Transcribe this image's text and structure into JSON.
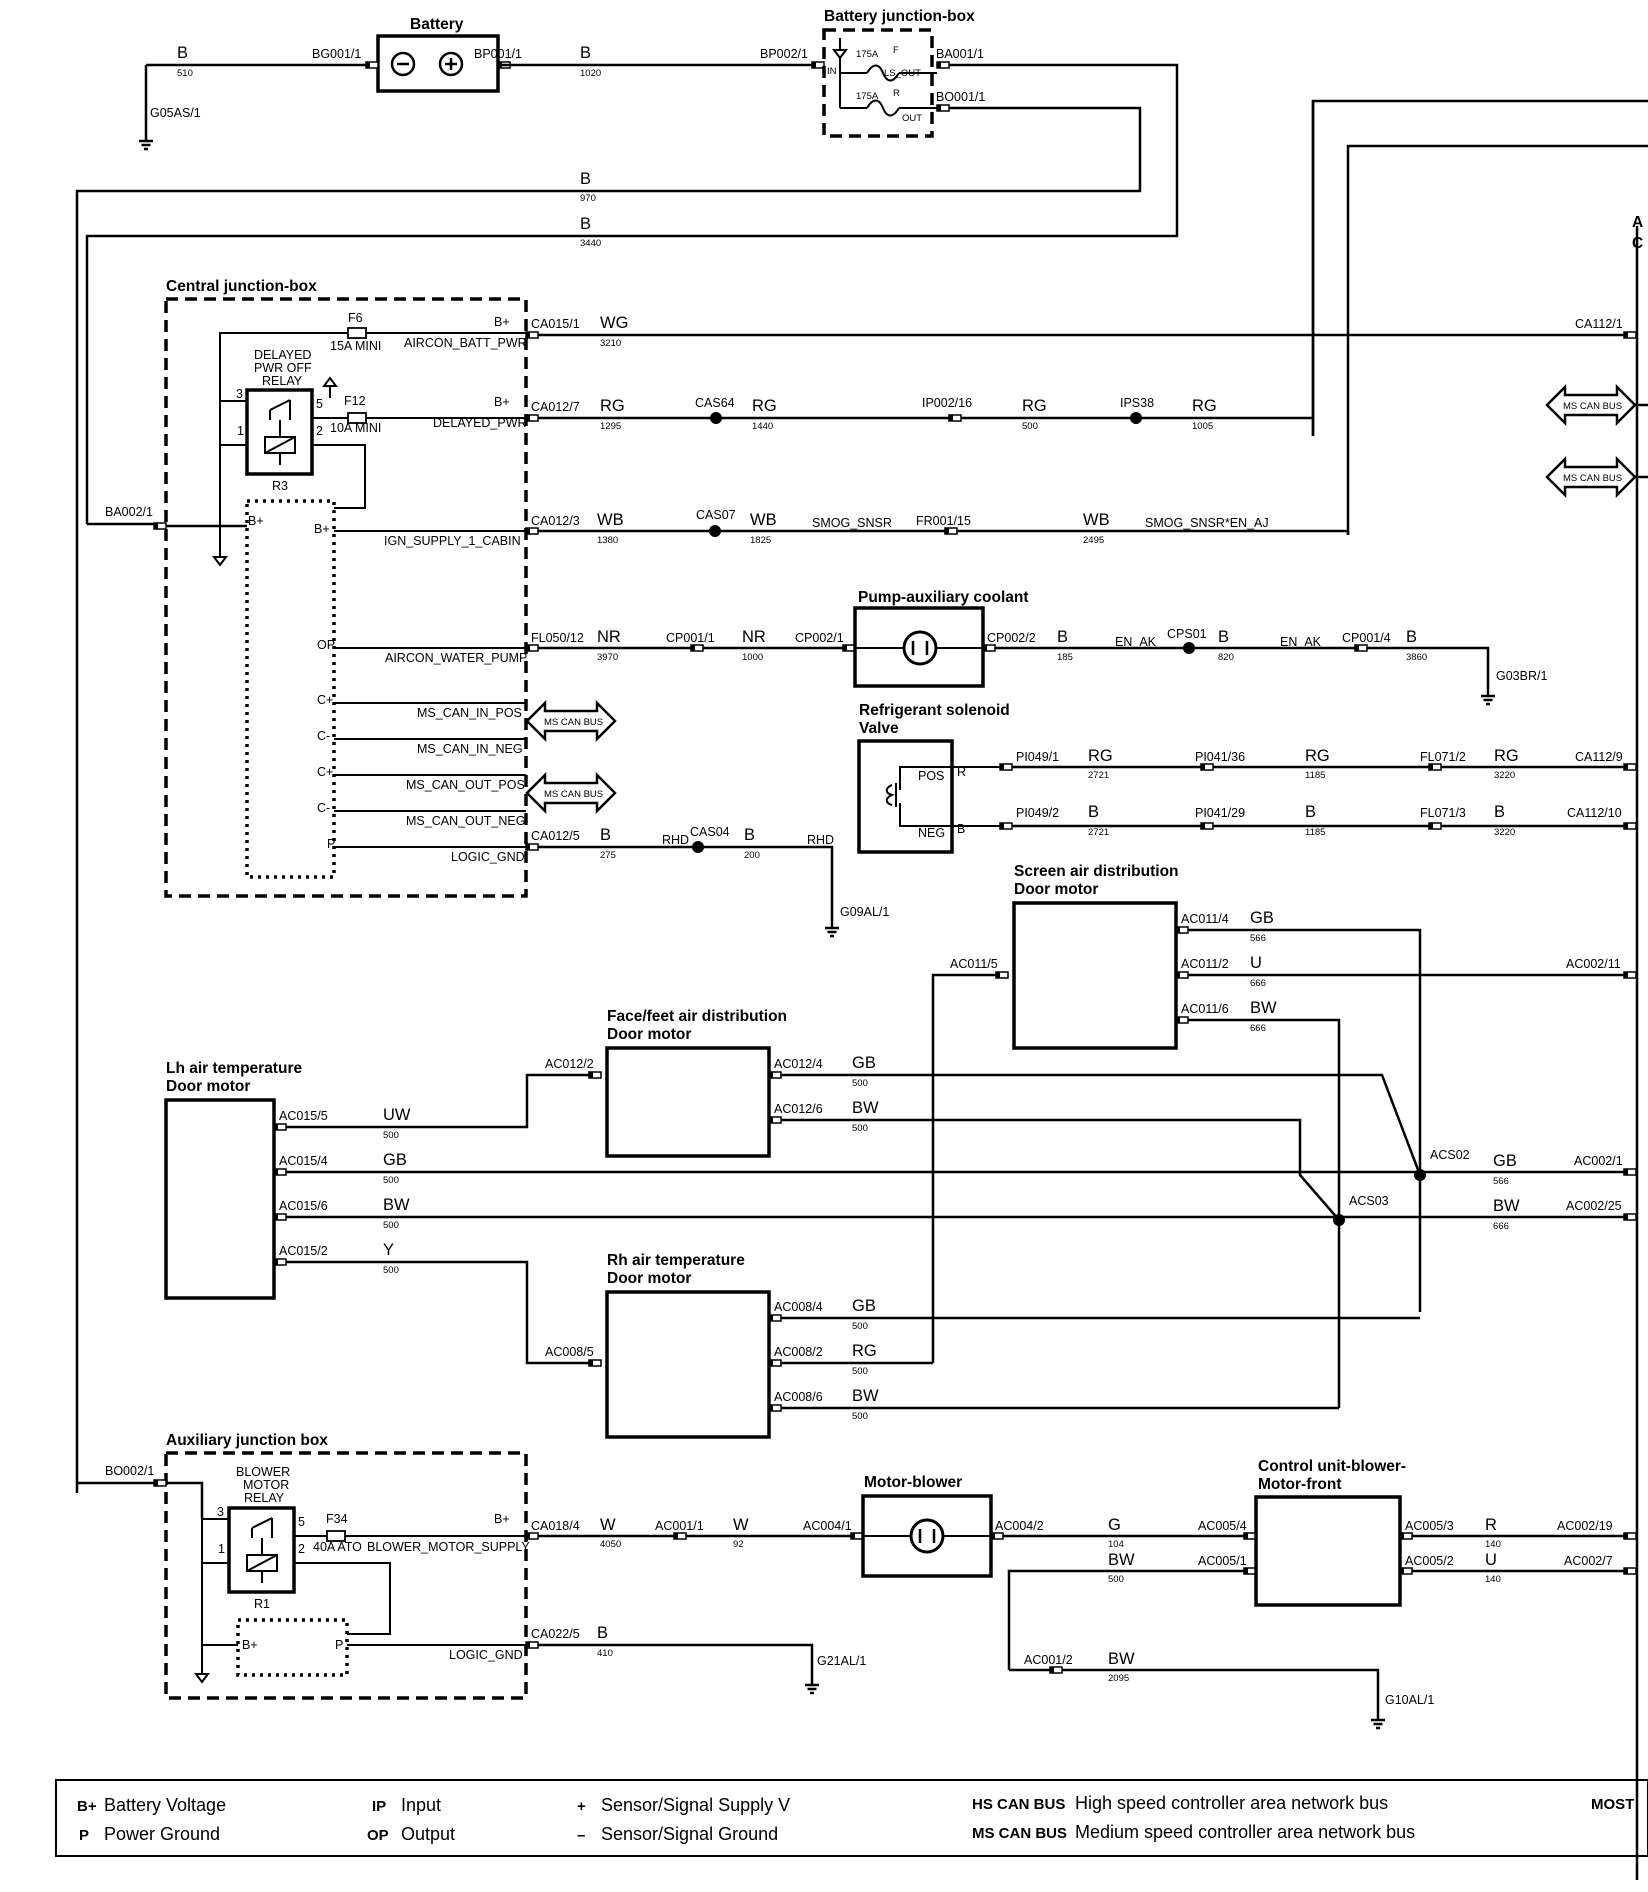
{
  "components": {
    "battery": "Battery",
    "battery_jbox": "Battery junction-box",
    "central_jbox": "Central junction-box",
    "delayed_relay": [
      "DELAYED",
      "PWR OFF",
      "RELAY"
    ],
    "relay_r3": "R3",
    "aux_jbox": "Auxiliary junction box",
    "blower_relay": [
      "BLOWER",
      "MOTOR",
      "RELAY"
    ],
    "relay_r1": "R1",
    "pump": "Pump-auxiliary coolant",
    "refrig": [
      "Refrigerant solenoid",
      "Valve"
    ],
    "screen_motor": [
      "Screen air distribution",
      "Door motor"
    ],
    "face_motor": [
      "Face/feet air distribution",
      "Door motor"
    ],
    "lh_motor": [
      "Lh air temperature",
      "Door motor"
    ],
    "rh_motor": [
      "Rh air temperature",
      "Door motor"
    ],
    "blower": "Motor-blower",
    "blower_ctrl": [
      "Control unit-blower-",
      "Motor-front"
    ],
    "cut_label": [
      "A",
      "C"
    ]
  },
  "fuses": {
    "f_ls": "175A",
    "f_ls_letter": "F",
    "ls_out": "LS_OUT",
    "f_out": "175A",
    "f_out_letter": "R",
    "out": "OUT",
    "in": "IN",
    "f6": "F6",
    "f6_rating": "15A MINI",
    "f12": "F12",
    "f12_rating": "10A MINI",
    "f34": "F34",
    "f34_rating": "40A ATO"
  },
  "pins": {
    "p3": "3",
    "p5": "5",
    "p1": "1",
    "p2": "2",
    "bplus": "B+",
    "op": "OP",
    "cplus": "C+",
    "cminus": "C-",
    "p": "P",
    "pos": "POS",
    "neg": "NEG",
    "r": "R",
    "b": "B"
  },
  "bus_tag": "MS CAN BUS",
  "circuits": {
    "aircon_batt": "AIRCON_BATT_PWR",
    "delayed_pwr": "DELAYED_PWR",
    "ign_supply": "IGN_SUPPLY_1_CABIN",
    "aircon_water": "AIRCON_WATER_PUMP",
    "ms_in_pos": "MS_CAN_IN_POS",
    "ms_in_neg": "MS_CAN_IN_NEG",
    "ms_out_pos": "MS_CAN_OUT_POS",
    "ms_out_neg": "MS_CAN_OUT_NEG",
    "logic_gnd": "LOGIC_GND",
    "blower_supply": "BLOWER_MOTOR_SUPPLY",
    "smog": "SMOG_SNSR",
    "smog_en": "SMOG_SNSR*EN_AJ",
    "en_ak": "EN_AK",
    "rhd": "RHD"
  },
  "connectors": {
    "bg001": "BG001/1",
    "bp001": "BP001/1",
    "bp002": "BP002/1",
    "ba001": "BA001/1",
    "bo001": "BO001/1",
    "g05as": "G05AS/1",
    "ca015": "CA015/1",
    "ca112_1": "CA112/1",
    "ca012_7": "CA012/7",
    "cas64": "CAS64",
    "ip002": "IP002/16",
    "ips38": "IPS38",
    "ba002": "BA002/1",
    "ca012_3": "CA012/3",
    "cas07": "CAS07",
    "fr001": "FR001/15",
    "fl050": "FL050/12",
    "cp001_1": "CP001/1",
    "cp002_1": "CP002/1",
    "cp002_2": "CP002/2",
    "cps01": "CPS01",
    "cp001_4": "CP001/4",
    "g03br": "G03BR/1",
    "pi049_1": "PI049/1",
    "pi041_36": "PI041/36",
    "fl071_2": "FL071/2",
    "ca112_9": "CA112/9",
    "pi049_2": "PI049/2",
    "pi041_29": "PI041/29",
    "fl071_3": "FL071/3",
    "ca112_10": "CA112/10",
    "ca012_5": "CA012/5",
    "cas04": "CAS04",
    "g09al": "G09AL/1",
    "ac011_4": "AC011/4",
    "ac011_2": "AC011/2",
    "ac011_6": "AC011/6",
    "ac011_5": "AC011/5",
    "ac002_11": "AC002/11",
    "ac012_2": "AC012/2",
    "ac012_4": "AC012/4",
    "ac012_6": "AC012/6",
    "ac015_5": "AC015/5",
    "ac015_4": "AC015/4",
    "ac015_6": "AC015/6",
    "ac015_2": "AC015/2",
    "acs02": "ACS02",
    "acs03": "ACS03",
    "ac002_1": "AC002/1",
    "ac002_25": "AC002/25",
    "ac008_4": "AC008/4",
    "ac008_2": "AC008/2",
    "ac008_6": "AC008/6",
    "ac008_5": "AC008/5",
    "bo002": "BO002/1",
    "ca018": "CA018/4",
    "ac001_1": "AC001/1",
    "ac004_1": "AC004/1",
    "ac004_2": "AC004/2",
    "ac005_4": "AC005/4",
    "ac005_1": "AC005/1",
    "ac005_3": "AC005/3",
    "ac005_2": "AC005/2",
    "ac002_19": "AC002/19",
    "ac002_7": "AC002/7",
    "ca022": "CA022/5",
    "g21al": "G21AL/1",
    "ac001_2": "AC001/2",
    "g10al": "G10AL/1"
  },
  "wires": {
    "w510": {
      "color": "B",
      "num": "510"
    },
    "w1020": {
      "color": "B",
      "num": "1020"
    },
    "w970": {
      "color": "B",
      "num": "970"
    },
    "w3440": {
      "color": "B",
      "num": "3440"
    },
    "w3210": {
      "color": "WG",
      "num": "3210"
    },
    "w1295": {
      "color": "RG",
      "num": "1295"
    },
    "w1440": {
      "color": "RG",
      "num": "1440"
    },
    "w500a": {
      "color": "RG",
      "num": "500"
    },
    "w1005": {
      "color": "RG",
      "num": "1005"
    },
    "w1380": {
      "color": "WB",
      "num": "1380"
    },
    "w1825": {
      "color": "WB",
      "num": "1825"
    },
    "w2495": {
      "color": "WB",
      "num": "2495"
    },
    "w3970": {
      "color": "NR",
      "num": "3970"
    },
    "w1000": {
      "color": "NR",
      "num": "1000"
    },
    "w185": {
      "color": "B",
      "num": "185"
    },
    "w820": {
      "color": "B",
      "num": "820"
    },
    "w3860": {
      "color": "B",
      "num": "3860"
    },
    "w2721a": {
      "color": "RG",
      "num": "2721"
    },
    "w1185a": {
      "color": "RG",
      "num": "1185"
    },
    "w3220a": {
      "color": "RG",
      "num": "3220"
    },
    "w2721b": {
      "color": "B",
      "num": "2721"
    },
    "w1185b": {
      "color": "B",
      "num": "1185"
    },
    "w3220b": {
      "color": "B",
      "num": "3220"
    },
    "w275": {
      "color": "B",
      "num": "275"
    },
    "w200": {
      "color": "B",
      "num": "200"
    },
    "w566a": {
      "color": "GB",
      "num": "566"
    },
    "w666u": {
      "color": "U",
      "num": "666"
    },
    "w666bw": {
      "color": "BW",
      "num": "666"
    },
    "w012_4": {
      "color": "GB",
      "num": "500"
    },
    "w012_6": {
      "color": "BW",
      "num": "500"
    },
    "w015_5": {
      "color": "UW",
      "num": "500"
    },
    "w015_4": {
      "color": "GB",
      "num": "500"
    },
    "w015_6": {
      "color": "BW",
      "num": "500"
    },
    "w015_2": {
      "color": "Y",
      "num": "500"
    },
    "w566b": {
      "color": "GB",
      "num": "566"
    },
    "w666c": {
      "color": "BW",
      "num": "666"
    },
    "w008_4": {
      "color": "GB",
      "num": "500"
    },
    "w008_2": {
      "color": "RG",
      "num": "500"
    },
    "w008_6": {
      "color": "BW",
      "num": "500"
    },
    "w4050": {
      "color": "W",
      "num": "4050"
    },
    "w92": {
      "color": "W",
      "num": "92"
    },
    "w104": {
      "color": "G",
      "num": "104"
    },
    "w500bw": {
      "color": "BW",
      "num": "500"
    },
    "w140r": {
      "color": "R",
      "num": "140"
    },
    "w140u": {
      "color": "U",
      "num": "140"
    },
    "w410": {
      "color": "B",
      "num": "410"
    },
    "w2095": {
      "color": "BW",
      "num": "2095"
    }
  },
  "legend": {
    "bplus_abbr": "B+",
    "bplus_text": "Battery Voltage",
    "p_abbr": "P",
    "p_text": "Power Ground",
    "ip_abbr": "IP",
    "ip_text": "Input",
    "op_abbr": "OP",
    "op_text": "Output",
    "plus_abbr": "+",
    "plus_text": "Sensor/Signal Supply V",
    "minus_abbr": "–",
    "minus_text": "Sensor/Signal Ground",
    "hs_abbr": "HS CAN BUS",
    "hs_text": "High speed controller area network bus",
    "ms_abbr": "MS CAN BUS",
    "ms_text": "Medium speed controller area network bus",
    "most_abbr": "MOST"
  }
}
